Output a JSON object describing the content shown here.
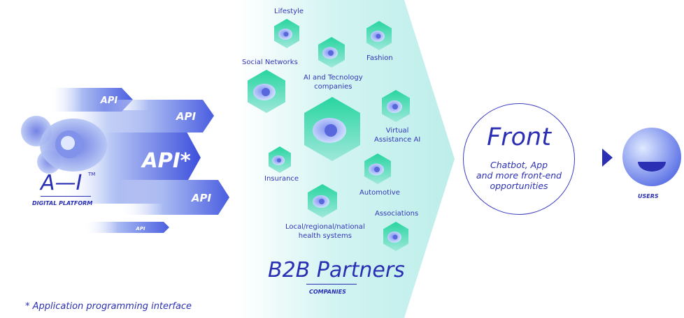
{
  "platform": {
    "title": "A—I",
    "trademark": "TM",
    "subtitle": "DIGITAL PLATFORM"
  },
  "api": {
    "main_label": "API*",
    "labels": [
      "API",
      "API",
      "API",
      "API"
    ]
  },
  "b2b": {
    "partners": [
      "Lifestyle",
      "Social Networks",
      "AI and Tecnology\ncompanies",
      "Fashion",
      "Virtual\nAssistance AI",
      "Insurance",
      "Automotive",
      "Associations",
      "Local/regional/national\nhealth systems"
    ],
    "title": "B2B Partners",
    "subtitle": "COMPANIES"
  },
  "front": {
    "title": "Front",
    "description": "Chatbot, App\nand more front-end\nopportunities"
  },
  "users": {
    "label": "USERS"
  },
  "footnote": "* Application programming interface",
  "colors": {
    "accent": "#2b2fb3",
    "partner_fan": "#c8f1ef",
    "hexagon_green": "#35d49a",
    "api_blue": "#3a46d6"
  },
  "icons": [
    "eye-hexagon-icon",
    "eye-logo-icon",
    "play-arrow-icon",
    "user-sphere-icon"
  ]
}
